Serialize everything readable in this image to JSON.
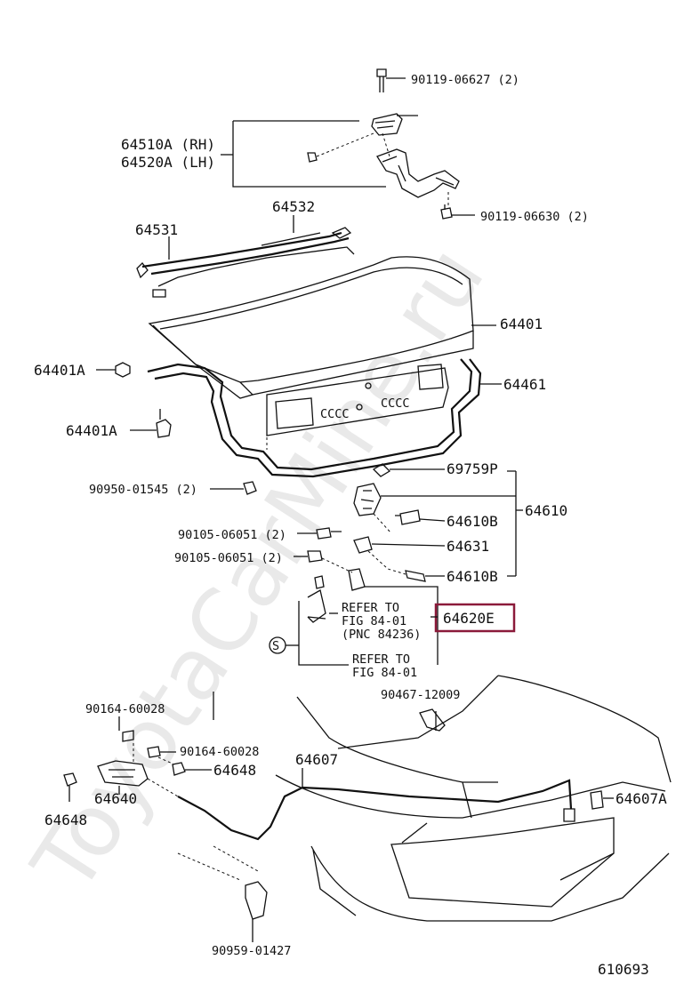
{
  "watermark": "ToyotaCarMine.ru",
  "diagram_number": "610693",
  "highlight_color": "#8b1a3a",
  "parts": {
    "p1": "90119-06627 (2)",
    "p2a": "64510A (RH)",
    "p2b": "64520A (LH)",
    "p3": "90119-06630 (2)",
    "p4": "64532",
    "p5": "64531",
    "p6": "64401",
    "p7": "64401A",
    "p8": "64461",
    "p9": "64401A",
    "p10": "90950-01545 (2)",
    "p11": "69759P",
    "p12": "64610B",
    "p13": "64610",
    "p14": "90105-06051 (2)",
    "p15": "64631",
    "p16": "90105-06051 (2)",
    "p17": "64610B",
    "p18": "64620E",
    "p19": "90467-12009",
    "p20": "90164-60028",
    "p21": "90164-60028",
    "p22": "64648",
    "p23": "64607",
    "p24": "64648",
    "p25": "64640",
    "p26": "64607A",
    "p27": "90959-01427"
  },
  "refer1": {
    "l1": "REFER TO",
    "l2": "FIG 84-01",
    "l3": "(PNC 84236)"
  },
  "refer2": {
    "l1": "REFER TO",
    "l2": "FIG 84-01"
  },
  "s_symbol": "S"
}
